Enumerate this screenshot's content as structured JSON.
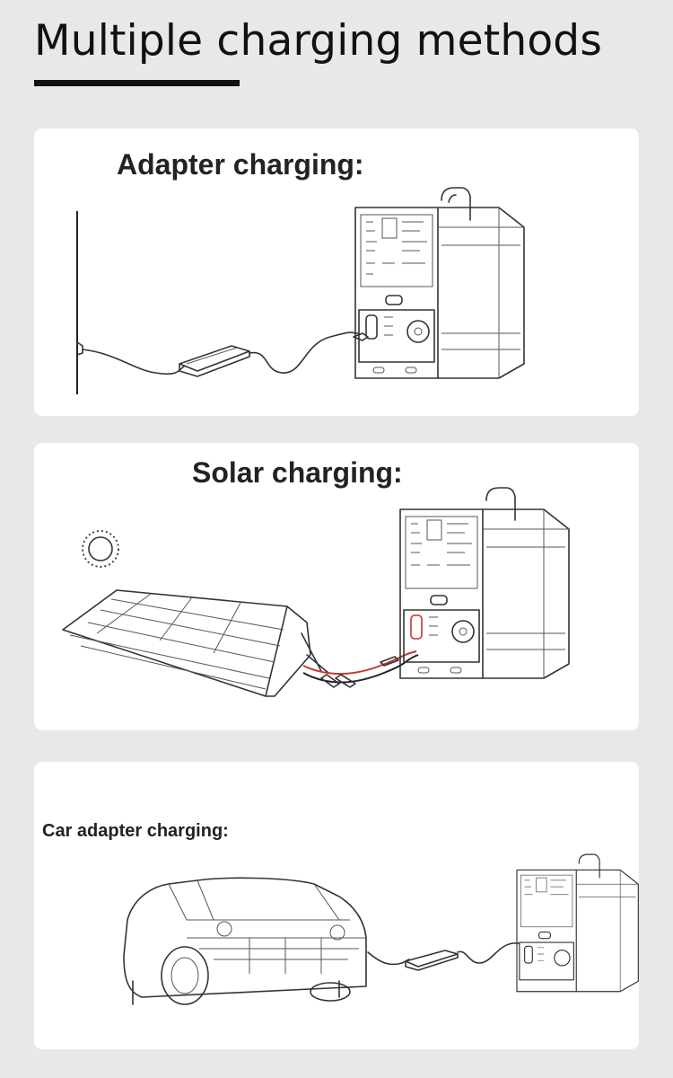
{
  "page": {
    "title": "Multiple charging methods"
  },
  "sections": [
    {
      "heading": "Adapter charging:"
    },
    {
      "heading": "Solar charging:"
    },
    {
      "heading": "Car adapter charging:"
    }
  ]
}
